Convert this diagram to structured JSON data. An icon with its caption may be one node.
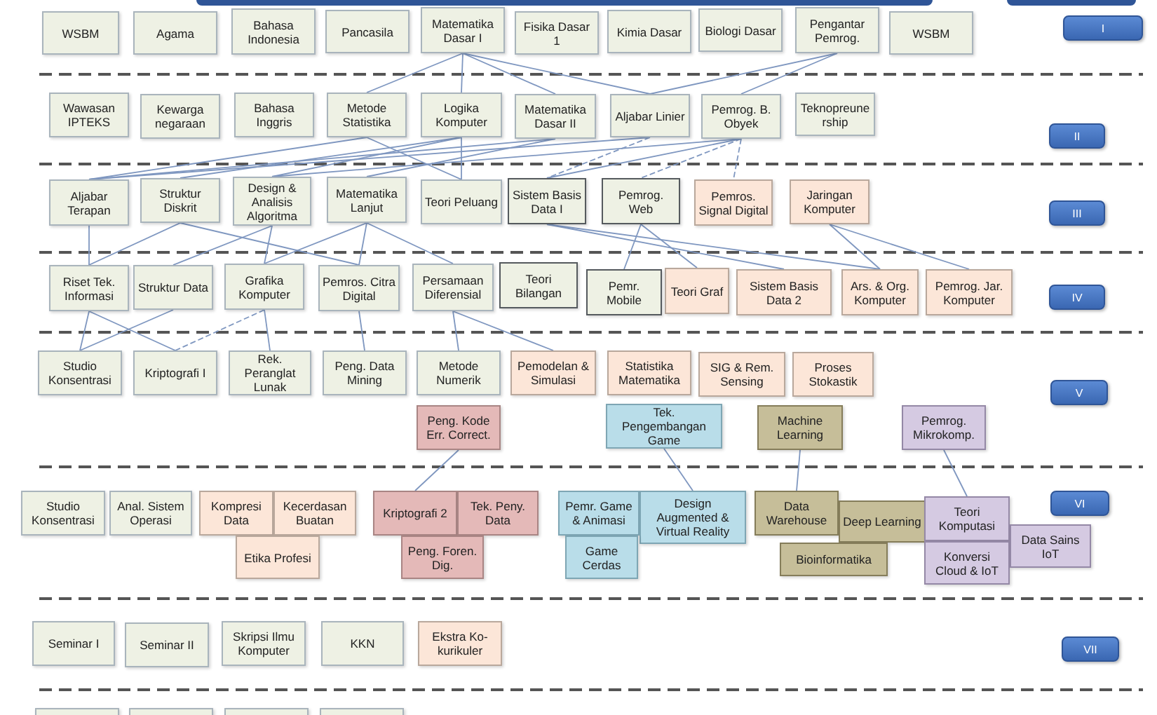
{
  "diagram": {
    "nodes": [
      {
        "text": [
          "WSBM"
        ]
      },
      {
        "text": [
          "Agama"
        ]
      },
      {
        "text": [
          "Bahasa Indonesia"
        ]
      },
      {
        "text": [
          "Pancasila"
        ]
      },
      {
        "text": [
          "Matematika Dasar I"
        ]
      },
      {
        "text": [
          "Fisika Dasar 1"
        ]
      },
      {
        "text": [
          "Kimia Dasar"
        ]
      },
      {
        "text": [
          "Biologi Dasar"
        ]
      },
      {
        "text": [
          "Pengantar Pemrog."
        ]
      },
      {
        "text": [
          "WSBM"
        ]
      },
      {
        "text": [
          "I"
        ]
      },
      {
        "text": [
          "Wawasan IPTEKS"
        ]
      },
      {
        "text": [
          "Kewarga negaraan"
        ]
      },
      {
        "text": [
          "Bahasa Inggris"
        ]
      },
      {
        "text": [
          "Metode Statistika"
        ]
      },
      {
        "text": [
          "Logika Komputer"
        ]
      },
      {
        "text": [
          "Matematika Dasar II"
        ]
      },
      {
        "text": [
          "Aljabar Linier"
        ]
      },
      {
        "text": [
          "Pemrog. B. Obyek"
        ]
      },
      {
        "text": [
          "Teknopreune rship"
        ]
      },
      {
        "text": [
          "II"
        ]
      },
      {
        "text": [
          "Aljabar Terapan"
        ]
      },
      {
        "text": [
          "Struktur Diskrit"
        ]
      },
      {
        "text": [
          "Design & Analisis Algoritma"
        ]
      },
      {
        "text": [
          "Matematika Lanjut"
        ]
      },
      {
        "text": [
          "Teori Peluang"
        ]
      },
      {
        "text": [
          "Sistem Basis Data I"
        ]
      },
      {
        "text": [
          "Pemrog. Web"
        ]
      },
      {
        "text": [
          "Pemros. Signal Digital"
        ]
      },
      {
        "text": [
          "Jaringan Komputer"
        ]
      },
      {
        "text": [
          "III"
        ]
      },
      {
        "text": [
          "Riset Tek. Informasi"
        ]
      },
      {
        "text": [
          "Struktur Data"
        ]
      },
      {
        "text": [
          "Grafika Komputer"
        ]
      },
      {
        "text": [
          "Pemros. Citra Digital"
        ]
      },
      {
        "text": [
          "Persamaan Diferensial"
        ]
      },
      {
        "text": [
          "Teori Bilangan"
        ]
      },
      {
        "text": [
          "Pemr. Mobile"
        ]
      },
      {
        "text": [
          "Teori Graf"
        ]
      },
      {
        "text": [
          "Sistem Basis Data 2"
        ]
      },
      {
        "text": [
          "Ars. & Org. Komputer"
        ]
      },
      {
        "text": [
          "Pemrog. Jar. Komputer"
        ]
      },
      {
        "text": [
          "IV"
        ]
      },
      {
        "text": [
          "Studio Konsentrasi"
        ]
      },
      {
        "text": [
          "Kriptografi I"
        ]
      },
      {
        "text": [
          "Rek. Peranglat Lunak"
        ]
      },
      {
        "text": [
          "Peng. Data Mining"
        ]
      },
      {
        "text": [
          "Metode Numerik"
        ]
      },
      {
        "text": [
          "Pemodelan & Simulasi"
        ]
      },
      {
        "text": [
          "Statistika Matematika"
        ]
      },
      {
        "text": [
          "SIG & Rem. Sensing"
        ]
      },
      {
        "text": [
          "Proses Stokastik"
        ]
      },
      {
        "text": [
          "V"
        ]
      },
      {
        "text": [
          "Peng. Kode Err. Correct."
        ]
      },
      {
        "text": [
          "Tek. Pengembangan Game"
        ]
      },
      {
        "text": [
          "Machine Learning"
        ]
      },
      {
        "text": [
          "Pemrog. Mikrokomp."
        ]
      },
      {
        "text": [
          "Studio Konsentrasi"
        ]
      },
      {
        "text": [
          "Anal. Sistem Operasi"
        ]
      },
      {
        "text": [
          "Kompresi Data"
        ]
      },
      {
        "text": [
          "Kecerdasan Buatan"
        ]
      },
      {
        "text": [
          "Etika Profesi"
        ]
      },
      {
        "text": [
          "Kriptografi 2"
        ]
      },
      {
        "text": [
          "Tek. Peny. Data"
        ]
      },
      {
        "text": [
          "Peng. Foren. Dig."
        ]
      },
      {
        "text": [
          "Pemr. Game & Animasi"
        ]
      },
      {
        "text": [
          "Design Augmented & Virtual Reality"
        ]
      },
      {
        "text": [
          "Game Cerdas"
        ]
      },
      {
        "text": [
          "Data Warehouse"
        ]
      },
      {
        "text": [
          "Deep Learning"
        ]
      },
      {
        "text": [
          "Bioinformatika"
        ]
      },
      {
        "text": [
          "Teori Komputasi"
        ]
      },
      {
        "text": [
          "Konversi Cloud & IoT"
        ]
      },
      {
        "text": [
          "Data Sains IoT"
        ]
      },
      {
        "text": [
          "VI"
        ]
      },
      {
        "text": [
          "Seminar I"
        ]
      },
      {
        "text": [
          "Seminar II"
        ]
      },
      {
        "text": [
          "Skripsi Ilmu Komputer"
        ]
      },
      {
        "text": [
          "KKN"
        ]
      },
      {
        "text": [
          "Ekstra Ko-kurikuler"
        ]
      },
      {
        "text": [
          "VII"
        ]
      },
      {
        "text": [],
        "shape": "box"
      },
      {
        "text": [],
        "shape": "box"
      },
      {
        "text": [],
        "shape": "box"
      },
      {
        "text": [],
        "shape": "box"
      }
    ],
    "edges": [
      {
        "from": 4,
        "to": 14,
        "arrow": "none"
      },
      {
        "from": 4,
        "to": 15,
        "arrow": "none"
      },
      {
        "from": 4,
        "to": 16,
        "arrow": "none"
      },
      {
        "from": 4,
        "to": 17,
        "arrow": "none"
      },
      {
        "from": 8,
        "to": 17,
        "arrow": "none"
      },
      {
        "from": 8,
        "to": 18,
        "arrow": "none"
      },
      {
        "from": 15,
        "to": 22,
        "arrow": "none"
      },
      {
        "from": 15,
        "to": 25,
        "arrow": "none"
      },
      {
        "from": 15,
        "to": 23,
        "arrow": "none"
      },
      {
        "from": 14,
        "to": 25,
        "arrow": "none"
      },
      {
        "from": 14,
        "to": 21,
        "arrow": "none"
      },
      {
        "from": 16,
        "to": 21,
        "arrow": "none"
      },
      {
        "from": 16,
        "to": 24,
        "arrow": "none"
      },
      {
        "from": 17,
        "to": 21,
        "arrow": "none"
      },
      {
        "from": 17,
        "to": 26,
        "arrow": "none",
        "style": "dashed"
      },
      {
        "from": 18,
        "to": 23,
        "arrow": "none"
      },
      {
        "from": 18,
        "to": 26,
        "arrow": "none"
      },
      {
        "from": 18,
        "to": 27,
        "arrow": "none",
        "style": "dashed"
      },
      {
        "from": 18,
        "to": 28,
        "arrow": "none",
        "style": "dashed"
      },
      {
        "from": 21,
        "to": 31,
        "arrow": "none"
      },
      {
        "from": 22,
        "to": 34,
        "arrow": "none"
      },
      {
        "from": 23,
        "to": 33,
        "arrow": "none"
      },
      {
        "from": 23,
        "to": 32,
        "arrow": "none"
      },
      {
        "from": 24,
        "to": 33,
        "arrow": "none"
      },
      {
        "from": 24,
        "to": 34,
        "arrow": "none"
      },
      {
        "from": 24,
        "to": 35,
        "arrow": "none"
      },
      {
        "from": 22,
        "to": 31,
        "arrow": "none"
      },
      {
        "from": 26,
        "to": 39,
        "arrow": "none"
      },
      {
        "from": 26,
        "to": 40,
        "arrow": "none"
      },
      {
        "from": 27,
        "to": 37,
        "arrow": "none"
      },
      {
        "from": 27,
        "to": 38,
        "arrow": "none"
      },
      {
        "from": 29,
        "to": 40,
        "arrow": "none"
      },
      {
        "from": 29,
        "to": 41,
        "arrow": "none"
      },
      {
        "from": 31,
        "to": 43,
        "arrow": "none"
      },
      {
        "from": 31,
        "to": 44,
        "arrow": "none"
      },
      {
        "from": 32,
        "to": 43,
        "arrow": "none"
      },
      {
        "from": 33,
        "to": 45,
        "arrow": "none"
      },
      {
        "from": 33,
        "to": 44,
        "arrow": "none",
        "style": "dashed"
      },
      {
        "from": 34,
        "to": 46,
        "arrow": "none"
      },
      {
        "from": 35,
        "to": 47,
        "arrow": "none"
      },
      {
        "from": 35,
        "to": 48,
        "arrow": "none"
      },
      {
        "from": 53,
        "to": 62,
        "arrow": "none"
      },
      {
        "from": 54,
        "to": 66,
        "arrow": "none"
      },
      {
        "from": 55,
        "to": 68,
        "arrow": "none"
      },
      {
        "from": 56,
        "to": 71,
        "arrow": "none"
      }
    ]
  }
}
